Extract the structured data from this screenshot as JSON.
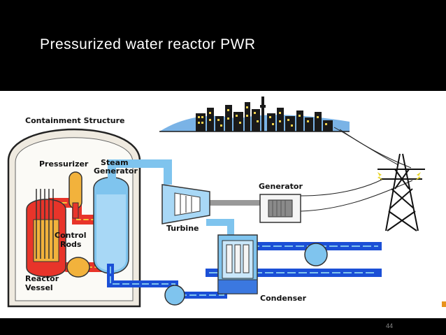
{
  "slide": {
    "title": "Pressurized water reactor PWR",
    "page_number": "44"
  },
  "diagram": {
    "labels": {
      "containment": "Containment Structure",
      "pressurizer": "Pressurizer",
      "steam_1": "Steam",
      "steam_2": "Generator",
      "generator": "Generator",
      "turbine": "Turbine",
      "control_1": "Control",
      "control_2": "Rods",
      "reactor_1": "Reactor",
      "reactor_2": "Vessel",
      "condenser": "Condenser"
    },
    "colors": {
      "slide_background": "#000000",
      "primary_loop": "#e8342a",
      "secondary_loop": "#1b4fd6",
      "water": "#7fc4ee",
      "core": "#f2b23c",
      "accent": "#e8931c"
    }
  }
}
